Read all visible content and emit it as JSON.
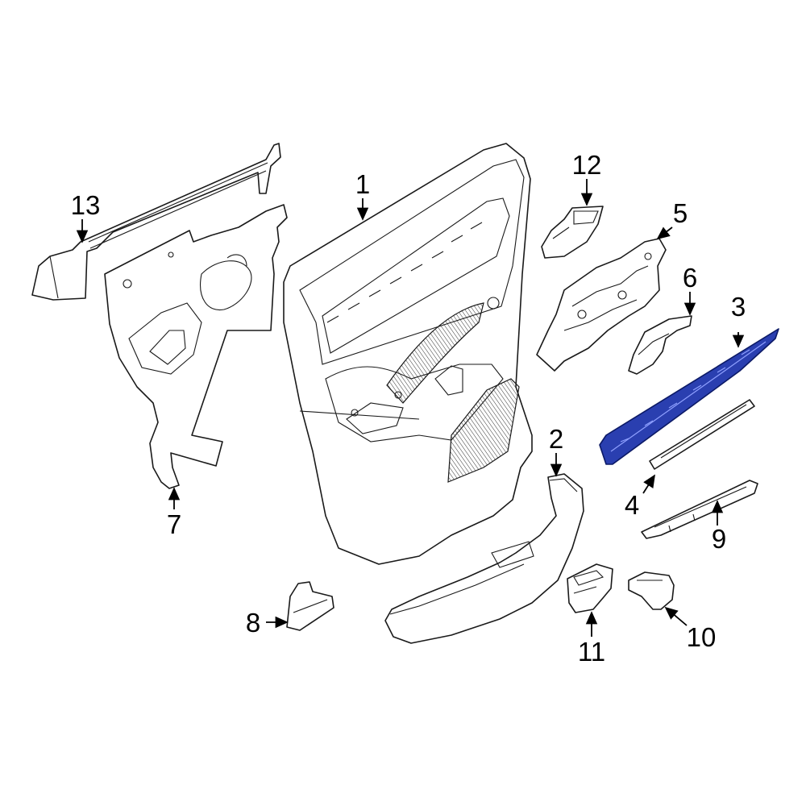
{
  "diagram": {
    "highlight_color": "#2a3fb0",
    "highlighted_part": "3",
    "callouts": [
      {
        "id": "c1",
        "label": "1"
      },
      {
        "id": "c2",
        "label": "2"
      },
      {
        "id": "c3",
        "label": "3"
      },
      {
        "id": "c4",
        "label": "4"
      },
      {
        "id": "c5",
        "label": "5"
      },
      {
        "id": "c6",
        "label": "6"
      },
      {
        "id": "c7",
        "label": "7"
      },
      {
        "id": "c8",
        "label": "8"
      },
      {
        "id": "c9",
        "label": "9"
      },
      {
        "id": "c10",
        "label": "10"
      },
      {
        "id": "c11",
        "label": "11"
      },
      {
        "id": "c12",
        "label": "12"
      },
      {
        "id": "c13",
        "label": "13"
      }
    ]
  }
}
